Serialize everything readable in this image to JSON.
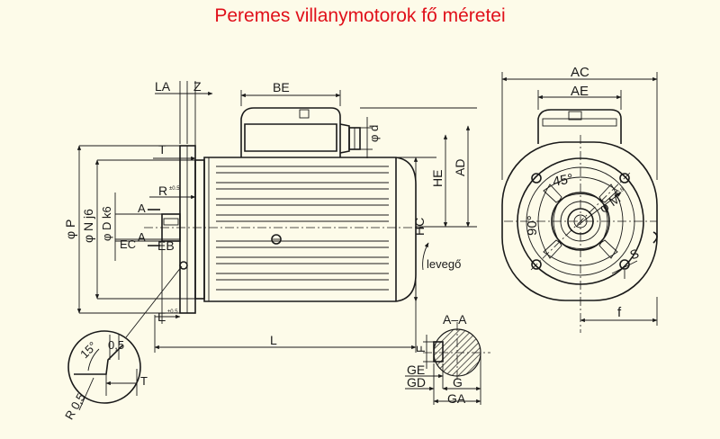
{
  "title": "Peremes villanymotorok fő méretei",
  "labels": {
    "LA": "LA",
    "Z": "Z",
    "BE": "BE",
    "T": "T",
    "R": "R",
    "R_sup": "±0.5",
    "A": "A",
    "P": "φ P",
    "N": "φ N j6",
    "D": "φ D k6",
    "EC": "EC",
    "EB": "EB",
    "E": "E",
    "E_sup": "±0.5",
    "L": "L",
    "d": "φ d",
    "HE": "HE",
    "AD": "AD",
    "HC": "HC",
    "levego": "levegő",
    "AC": "AC",
    "AE": "AE",
    "angle45": "45°",
    "angle90": "90°",
    "M": "φ M",
    "M_sup": "±0.8",
    "S": "S",
    "f": "f",
    "AA": "A–A",
    "F": "F",
    "GE": "GE",
    "GD": "GD",
    "G": "G",
    "GA": "GA",
    "det15": "15°",
    "det05": "0,5",
    "detT": "T",
    "detR": "R 0,5"
  },
  "colors": {
    "title": "#e0101a",
    "ink": "#1a1a1a",
    "paper": "#fdfbe9"
  }
}
